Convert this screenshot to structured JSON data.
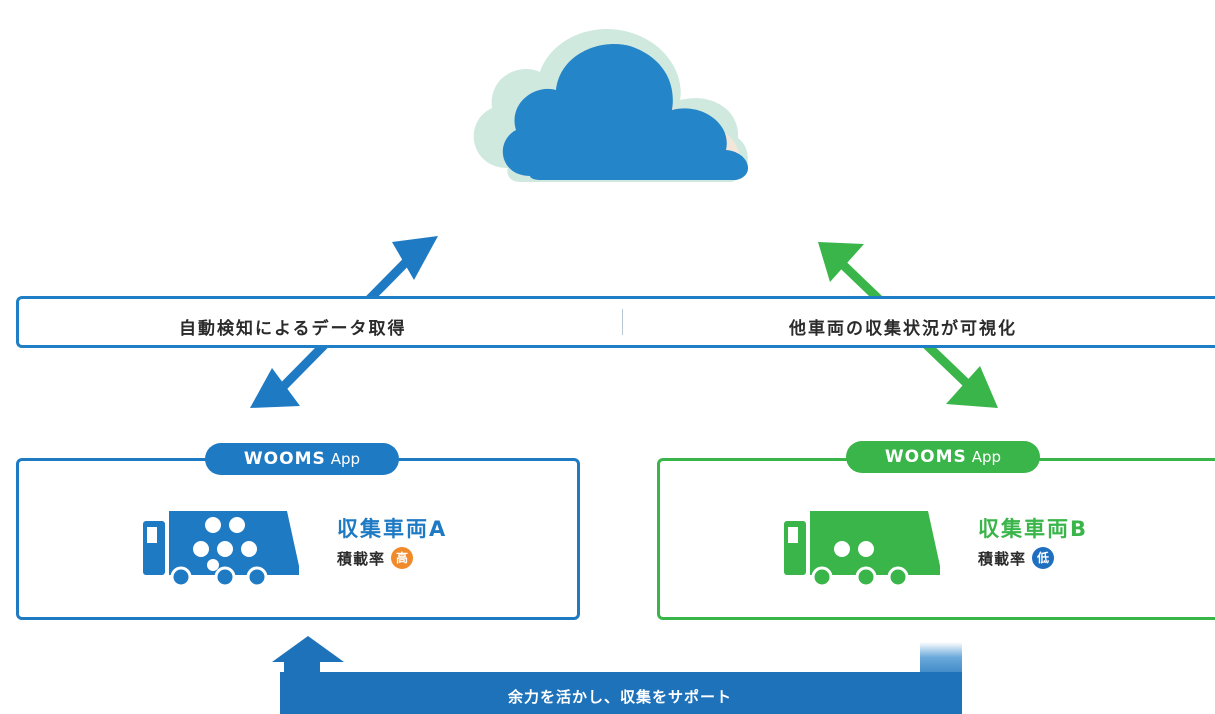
{
  "banner": {
    "left_label": "自動検知によるデータ取得",
    "right_label": "他車両の収集状況が可視化"
  },
  "cards": [
    {
      "brand": "WOOMS",
      "app": "App",
      "vehicle": "収集車両A",
      "load_label": "積載率",
      "load_level": "高",
      "color": "#1f7ac4",
      "badge_color": "#f08a2a"
    },
    {
      "brand": "WOOMS",
      "app": "App",
      "vehicle": "収集車両B",
      "load_label": "積載率",
      "load_level": "低",
      "color": "#3ab54a",
      "badge_color": "#1f6fc0"
    }
  ],
  "support_label": "余力を活かし、収集をサポート",
  "icons": [
    "cloud-icon",
    "truck-icon",
    "garbage-bag-icon",
    "up-arrow-icon",
    "down-arrow-icon"
  ],
  "colors": {
    "cloud": "#2585c9",
    "blue": "#1f7ac4",
    "green": "#3ab54a",
    "orange": "#f08a2a"
  }
}
